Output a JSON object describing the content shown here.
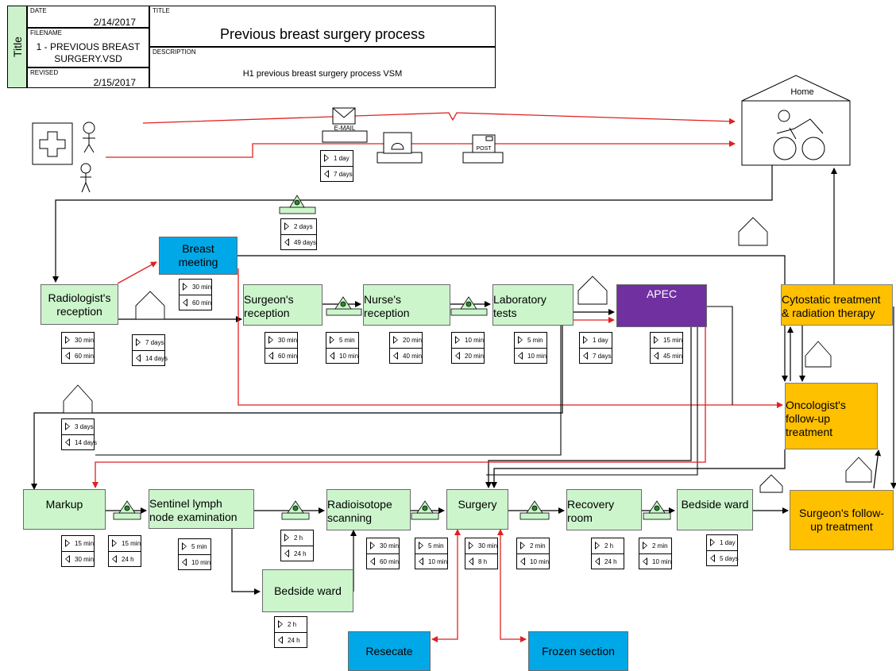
{
  "title_block": {
    "tab_label": "Title",
    "date_label": "DATE",
    "date": "2/14/2017",
    "filename_label": "FILENAME",
    "filename_1": "1 - PREVIOUS BREAST",
    "filename_2": "SURGERY.VSD",
    "revised_label": "REVISED",
    "revised": "2/15/2017",
    "title_label": "TITLE",
    "title": "Previous breast surgery process",
    "description_label": "DESCRIPTION",
    "description": "H1 previous breast surgery process VSM"
  },
  "home": {
    "label": "Home"
  },
  "icons": {
    "email": "E-MAIL",
    "post": "POST"
  },
  "info_times": {
    "a": "1 day",
    "b": "7 days"
  },
  "processes": {
    "breast_meeting_1": "Breast",
    "breast_meeting_2": "meeting",
    "radiologist_1": "Radiologist's",
    "radiologist_2": "reception",
    "surgeon_1": "Surgeon's",
    "surgeon_2": "reception",
    "nurse_1": "Nurse's",
    "nurse_2": "reception",
    "lab_1": "Laboratory",
    "lab_2": "tests",
    "apec": "APEC",
    "cytostatic_1": "Cytostatic treatment",
    "cytostatic_2": "& radiation therapy",
    "oncologist_1": "Oncologist's",
    "oncologist_2": "follow-up",
    "oncologist_3": "treatment",
    "markup": "Markup",
    "sentinel_1": "Sentinel lymph",
    "sentinel_2": "node examination",
    "radioisotope_1": "Radioisotope",
    "radioisotope_2": "scanning",
    "surgery": "Surgery",
    "recovery_1": "Recovery",
    "recovery_2": "room",
    "bedside_ward_right": "Bedside ward",
    "surgeon_followup_1": "Surgeon's follow-",
    "surgeon_followup_2": "up treatment",
    "bedside_ward_bottom": "Bedside ward",
    "resecate": "Resecate",
    "frozen_section": "Frozen section"
  },
  "times": {
    "inv_top": [
      "2 days",
      "49 days"
    ],
    "breast_meeting": [
      "30 min",
      "60 min"
    ],
    "radiologist": [
      "30 min",
      "60 min"
    ],
    "wait_radiologist": [
      "7 days",
      "14 days"
    ],
    "surgeon": [
      "30 min",
      "60 min"
    ],
    "wait_surgeon": [
      "5 min",
      "10 min"
    ],
    "nurse": [
      "20 min",
      "40 min"
    ],
    "wait_nurse": [
      "10 min",
      "20 min"
    ],
    "lab": [
      "5 min",
      "10  min"
    ],
    "wait_lab": [
      "1 day",
      "7 days"
    ],
    "apec": [
      "15 min",
      "45 min"
    ],
    "wait_markup": [
      "3 days",
      "14 days"
    ],
    "markup": [
      "15 min",
      "30 min"
    ],
    "wait_sentinel": [
      "15 min",
      "24 h"
    ],
    "sentinel": [
      "5 min",
      "10 min"
    ],
    "wait_radioisotope": [
      "2 h",
      "24 h"
    ],
    "radioisotope": [
      "30 min",
      "60 min"
    ],
    "wait_surgery": [
      "5 min",
      "10 min"
    ],
    "surgery": [
      "30 min",
      "8 h"
    ],
    "wait_recovery": [
      "2 min",
      "10 min"
    ],
    "recovery": [
      "2 h",
      "24 h"
    ],
    "wait_bedside": [
      "2 min",
      "10 min"
    ],
    "bedside_right": [
      "1 day",
      "5 days"
    ],
    "bedside_bottom": [
      "2 h",
      "24 h"
    ]
  },
  "colors": {
    "process_green": "#ccf5cc",
    "meeting_blue": "#00a8e8",
    "apec_purple": "#7030a0",
    "treatment_orange": "#ffc000",
    "info_red": "#e02020"
  }
}
